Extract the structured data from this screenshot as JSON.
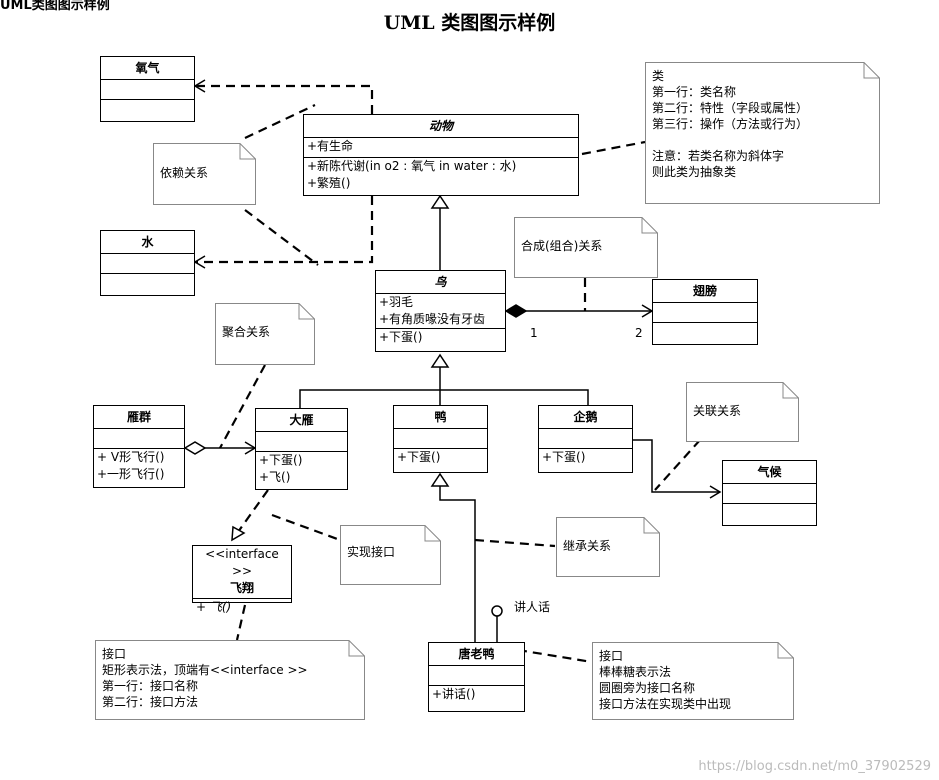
{
  "top_cut_text": "UML类图图示样例",
  "title": "UML 类图图示样例",
  "classes": {
    "oxygen": {
      "name": "氧气"
    },
    "water": {
      "name": "水"
    },
    "animal": {
      "name": "动物",
      "attrs": [
        "+有生命"
      ],
      "ops": [
        "+新陈代谢(in o2 : 氧气  in water : 水)",
        "+繁殖()"
      ]
    },
    "bird": {
      "name": "鸟",
      "attrs": [
        "+羽毛",
        "+有角质喙没有牙齿"
      ],
      "ops": [
        "+下蛋()"
      ]
    },
    "wing": {
      "name": "翅膀"
    },
    "goose_flock": {
      "name": "雁群",
      "ops": [
        "+ V形飞行()",
        "+一形飞行()"
      ]
    },
    "goose": {
      "name": "大雁",
      "ops": [
        "+下蛋()",
        "+飞()"
      ]
    },
    "duck": {
      "name": "鸭",
      "ops": [
        "+下蛋()"
      ]
    },
    "penguin": {
      "name": "企鹅",
      "ops": [
        "+下蛋()"
      ]
    },
    "climate": {
      "name": "气候"
    },
    "fly_interface": {
      "stereotype": "<<interface >>",
      "name": "飞翔",
      "ops": [
        "+ 飞()"
      ]
    },
    "donald": {
      "name": "唐老鸭",
      "ops": [
        "+讲话()"
      ]
    }
  },
  "notes": {
    "class_desc": [
      "类",
      "第一行：类名称",
      "第二行：特性（字段或属性）",
      "第三行：操作（方法或行为）",
      "",
      "注意：若类名称为斜体字",
      "则此类为抽象类"
    ],
    "dependency": [
      "依赖关系"
    ],
    "composition": [
      "合成(组合)关系"
    ],
    "aggregation": [
      "聚合关系"
    ],
    "association": [
      "关联关系"
    ],
    "realization": [
      "实现接口"
    ],
    "inheritance": [
      "继承关系"
    ],
    "interface_rect": [
      "接口",
      "矩形表示法，顶端有<<interface >>",
      "第一行：接口名称",
      "第二行：接口方法"
    ],
    "interface_lollipop": [
      "接口",
      "棒棒糖表示法",
      "圆圈旁为接口名称",
      "接口方法在实现类中出现"
    ]
  },
  "labels": {
    "mult_1": "1",
    "mult_2": "2",
    "speak": "讲人话"
  },
  "watermark": "https://blog.csdn.net/m0_37902529"
}
